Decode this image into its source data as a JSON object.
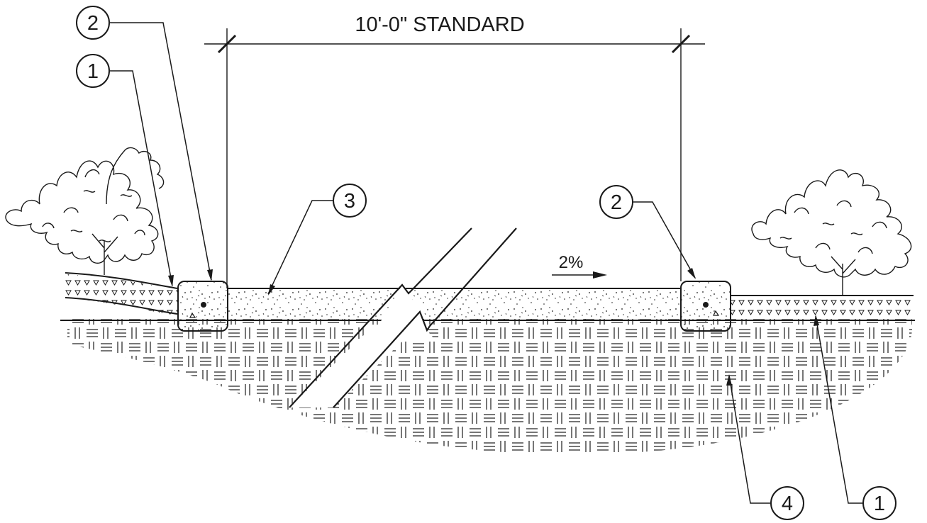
{
  "dimension": {
    "label": "10'-0\" STANDARD"
  },
  "slope": {
    "label": "2%"
  },
  "callouts": [
    {
      "id": "callout-2-left",
      "number": "2"
    },
    {
      "id": "callout-1-left",
      "number": "1"
    },
    {
      "id": "callout-3",
      "number": "3"
    },
    {
      "id": "callout-2-right",
      "number": "2"
    },
    {
      "id": "callout-4",
      "number": "4"
    },
    {
      "id": "callout-1-right",
      "number": "1"
    }
  ],
  "colors": {
    "ink": "#1a1a1a",
    "background": "#ffffff"
  }
}
